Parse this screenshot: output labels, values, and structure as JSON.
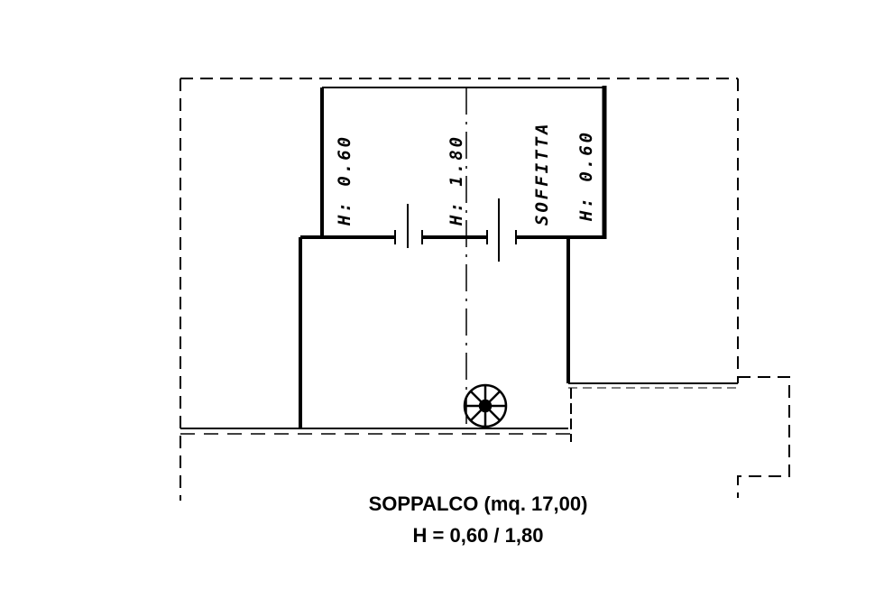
{
  "plan": {
    "labels": {
      "left_height": "H: 0.60",
      "center_height": "H: 1.80",
      "room_name": "SOFFITTA",
      "right_height": "H: 0.60"
    },
    "stair_icon": "spiral-staircase-icon"
  },
  "caption": {
    "title": "SOPPALCO (mq. 17,00)",
    "height": "H = 0,60 / 1,80"
  },
  "colors": {
    "ink": "#000000",
    "background": "#ffffff"
  }
}
